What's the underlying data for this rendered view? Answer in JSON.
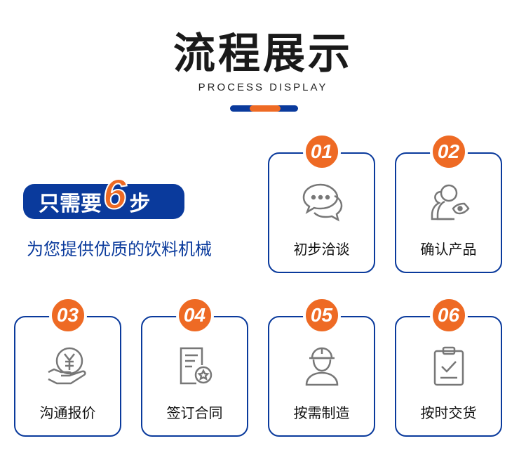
{
  "header": {
    "title": "流程展示",
    "subtitle": "PROCESS DISPLAY"
  },
  "promo": {
    "prefix": "只需要",
    "number": "6",
    "suffix": "步",
    "tagline": "为您提供优质的饮料机械"
  },
  "colors": {
    "blue": "#0a3a9c",
    "orange": "#ee6a24"
  },
  "steps": [
    {
      "num": "01",
      "label": "初步洽谈",
      "icon": "chat-bubbles-icon"
    },
    {
      "num": "02",
      "label": "确认产品",
      "icon": "user-eye-icon"
    },
    {
      "num": "03",
      "label": "沟通报价",
      "icon": "yuan-hand-icon"
    },
    {
      "num": "04",
      "label": "签订合同",
      "icon": "contract-icon"
    },
    {
      "num": "05",
      "label": "按需制造",
      "icon": "worker-icon"
    },
    {
      "num": "06",
      "label": "按时交货",
      "icon": "clipboard-check-icon"
    }
  ]
}
